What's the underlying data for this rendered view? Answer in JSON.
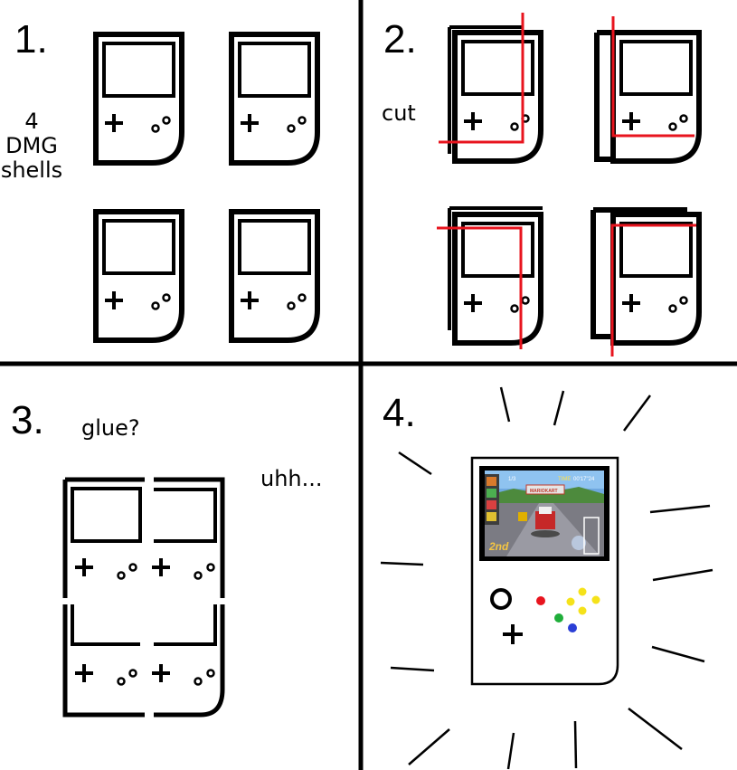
{
  "panels": [
    {
      "number": "1.",
      "caption_lines": [
        "4",
        "DMG",
        "shells"
      ]
    },
    {
      "number": "2.",
      "caption": "cut"
    },
    {
      "number": "3.",
      "caption": "glue?",
      "aside": "uhh..."
    },
    {
      "number": "4.",
      "screen": {
        "lap": "1/3",
        "time_label": "TIME",
        "time": "00'17\"24",
        "track_sign": "MARIOKART",
        "place": "2nd"
      }
    }
  ],
  "colors": {
    "ink": "#000000",
    "cut_line": "#e8141e",
    "panel_bg": "#ffffff",
    "button_red": "#e8141e",
    "button_green": "#1fae3a",
    "button_blue": "#2b3fd6",
    "button_yellow": "#f5e21a"
  },
  "icons": [
    "dmg-shell-icon",
    "dpad-icon",
    "ab-buttons-icon",
    "analog-stick-icon",
    "c-buttons-icon",
    "game-screenshot"
  ]
}
